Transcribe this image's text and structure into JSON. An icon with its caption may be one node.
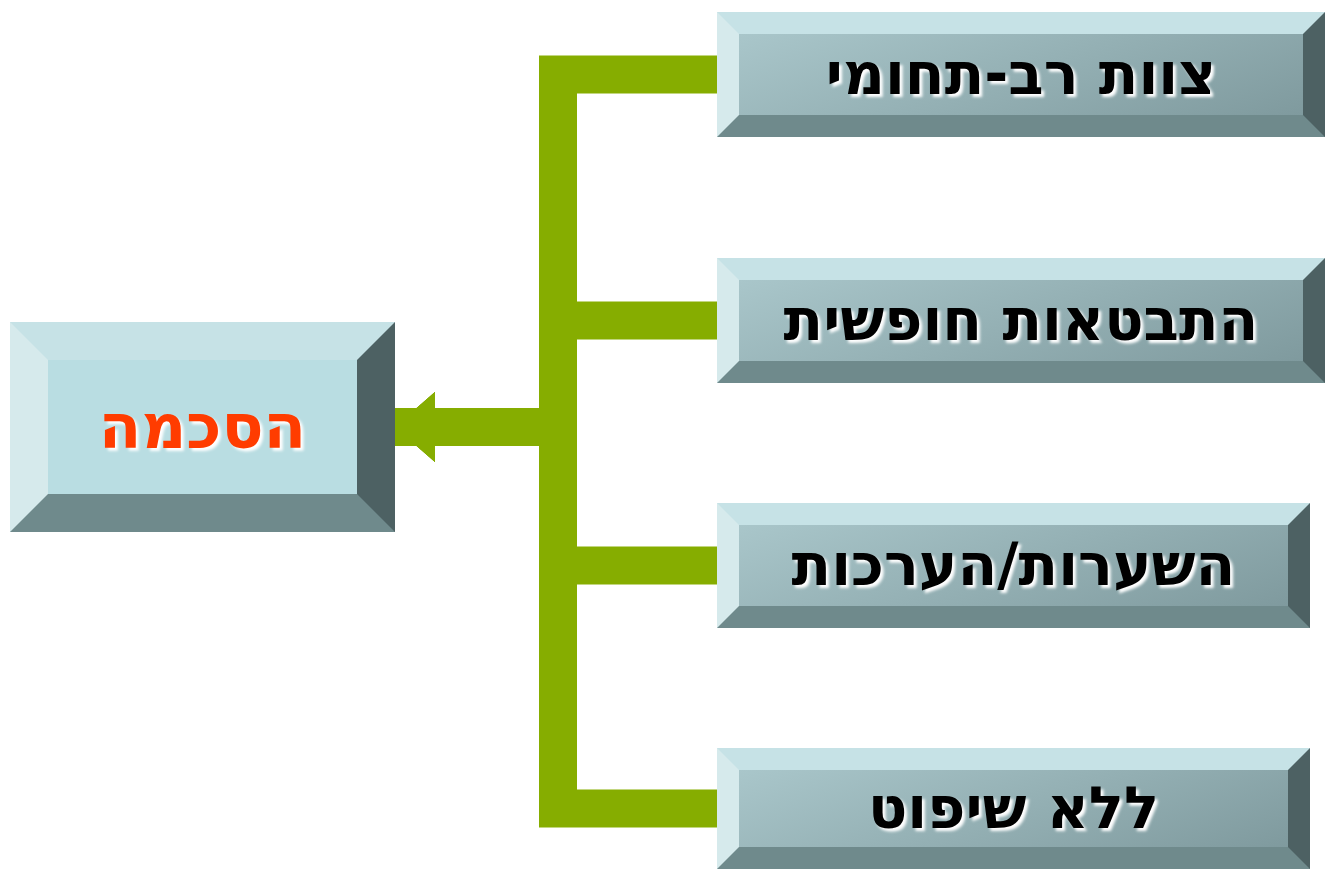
{
  "diagram": {
    "nodes": [
      {
        "text": [
          "צוות רב-תחומי"
        ]
      },
      {
        "text": [
          "התבטאות חופשית"
        ]
      },
      {
        "text": [
          "השערות/הערכות"
        ]
      },
      {
        "text": [
          "ללא שיפוט"
        ]
      },
      {
        "text": [
          "הסכמה"
        ]
      }
    ],
    "edges": [
      {
        "from": 0,
        "to": 4,
        "arrow": "to"
      },
      {
        "from": 1,
        "to": 4,
        "arrow": "to"
      },
      {
        "from": 2,
        "to": 4,
        "arrow": "to"
      },
      {
        "from": 3,
        "to": 4,
        "arrow": "to"
      }
    ]
  }
}
